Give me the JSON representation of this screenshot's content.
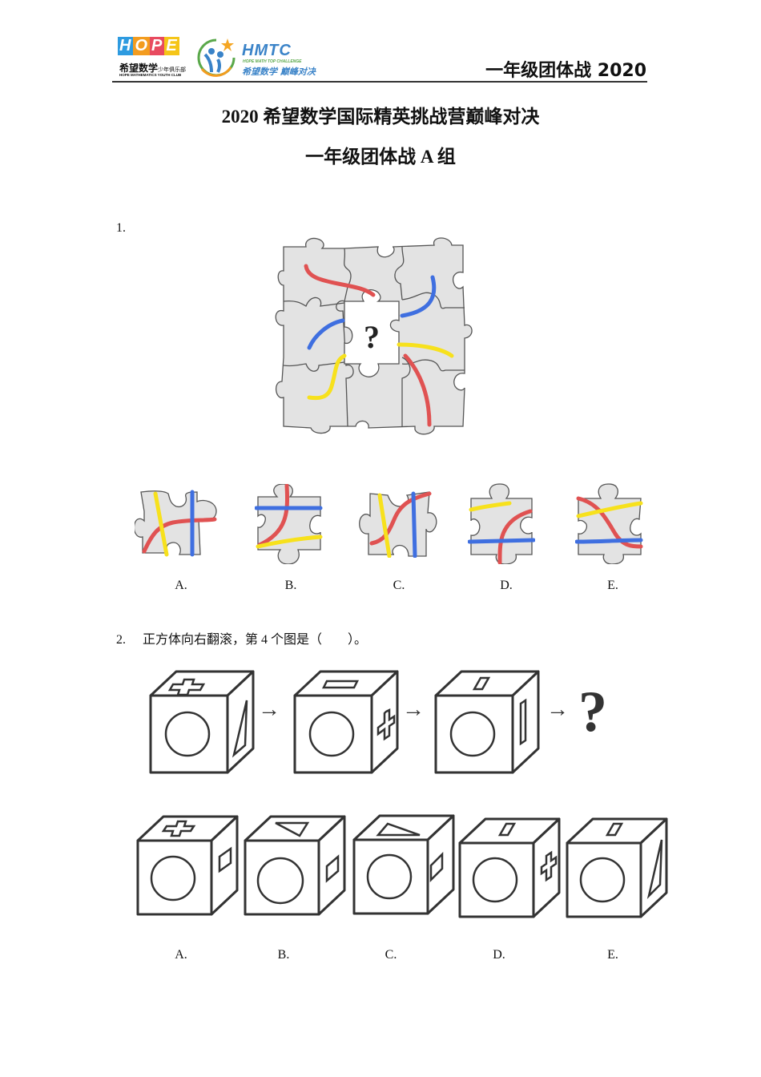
{
  "header": {
    "logo_hope": {
      "letters": [
        "H",
        "O",
        "P",
        "E"
      ],
      "letter_colors": [
        "#2e9be0",
        "#f39c1f",
        "#e84a5f",
        "#f5c518"
      ],
      "chinese": "希望数学",
      "chinese_small": "少年俱乐部",
      "english": "HOPE MATHEMATICS YOUTH CLUB"
    },
    "logo_hmtc": {
      "title": "HMTC",
      "subtitle": "HOPE MATH TOP CHALLENGE",
      "chinese": "希望数学 巅峰对决"
    },
    "right_title": "一年级团体战 2020"
  },
  "title": {
    "line1": "2020 希望数学国际精英挑战营巅峰对决",
    "line2": "一年级团体战 A 组"
  },
  "question1": {
    "number": "1.",
    "puzzle": {
      "center_symbol": "?",
      "piece_color": "#e3e3e3",
      "stroke_color": "#555555",
      "line_colors": {
        "red": "#e05252",
        "blue": "#3f6fe0",
        "yellow": "#f7e11c"
      }
    },
    "options": [
      {
        "label": "A."
      },
      {
        "label": "B."
      },
      {
        "label": "C."
      },
      {
        "label": "D."
      },
      {
        "label": "E."
      }
    ]
  },
  "question2": {
    "number": "2.",
    "text": "正方体向右翻滚，第 4 个图是（　　）。",
    "sequence": [
      {
        "front": "circle",
        "top": "cross",
        "right": "triangle"
      },
      {
        "front": "circle",
        "top": "rectangle",
        "right": "cross"
      },
      {
        "front": "circle",
        "top": "small-rectangle",
        "right": "rectangle"
      },
      {
        "unknown": "?"
      }
    ],
    "arrow": "→",
    "unknown_symbol": "?",
    "options": [
      {
        "label": "A.",
        "front": "circle",
        "top": "cross",
        "right": "rectangle"
      },
      {
        "label": "B.",
        "front": "circle",
        "top": "triangle",
        "right": "rectangle"
      },
      {
        "label": "C.",
        "front": "circle",
        "top": "triangle",
        "right": "rectangle"
      },
      {
        "label": "D.",
        "front": "circle",
        "top": "small-rectangle",
        "right": "cross"
      },
      {
        "label": "E.",
        "front": "circle",
        "top": "small-rectangle",
        "right": "triangle"
      }
    ]
  }
}
